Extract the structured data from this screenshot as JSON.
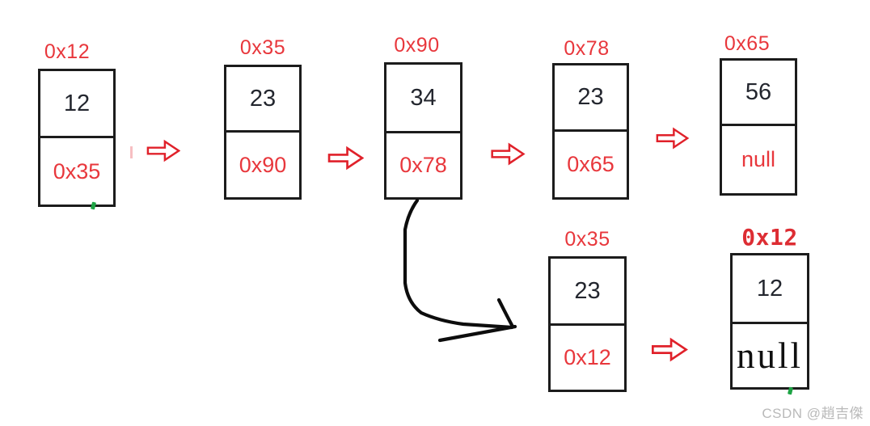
{
  "diagram_type": "linked-list-reversal",
  "nodes": [
    {
      "address": "0x12",
      "data": "12",
      "next": "0x35"
    },
    {
      "address": "0x35",
      "data": "23",
      "next": "0x90"
    },
    {
      "address": "0x90",
      "data": "34",
      "next": "0x78"
    },
    {
      "address": "0x78",
      "data": "23",
      "next": "0x65"
    },
    {
      "address": "0x65",
      "data": "56",
      "next": "null"
    },
    {
      "address": "0x35",
      "data": "23",
      "next": "0x12"
    },
    {
      "address": "0x12",
      "data": "12",
      "next": "null"
    }
  ],
  "icons": {
    "arrow": "right-block-arrow-icon",
    "curve": "curved-arrow-annotation"
  },
  "colors": {
    "arrow_red": "#e0212a",
    "label_red": "#e8373c",
    "node_border_black": "#1c1c1c",
    "ink_black": "#0d0d0d",
    "data_text": "#23262e",
    "artifact_green": "#1ea445",
    "artifact_pink": "#f4aaad",
    "watermark_gray": "#b9b9b9"
  },
  "watermark": {
    "text": "CSDN @趙吉傑"
  }
}
